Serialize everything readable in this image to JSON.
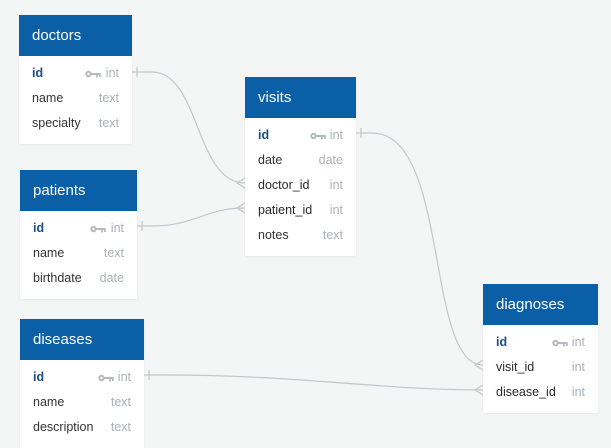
{
  "colors": {
    "header": "#0a5fa6",
    "canvas": "#f4f5f5",
    "type_text": "#aab0b6",
    "pk_text": "#1b4f85",
    "connector": "#c3c7cb"
  },
  "tables": {
    "doctors": {
      "title": "doctors",
      "columns": [
        {
          "name": "id",
          "type": "int",
          "key": true
        },
        {
          "name": "name",
          "type": "text"
        },
        {
          "name": "specialty",
          "type": "text"
        }
      ]
    },
    "patients": {
      "title": "patients",
      "columns": [
        {
          "name": "id",
          "type": "int",
          "key": true
        },
        {
          "name": "name",
          "type": "text"
        },
        {
          "name": "birthdate",
          "type": "date"
        }
      ]
    },
    "diseases": {
      "title": "diseases",
      "columns": [
        {
          "name": "id",
          "type": "int",
          "key": true
        },
        {
          "name": "name",
          "type": "text"
        },
        {
          "name": "description",
          "type": "text"
        }
      ]
    },
    "visits": {
      "title": "visits",
      "columns": [
        {
          "name": "id",
          "type": "int",
          "key": true
        },
        {
          "name": "date",
          "type": "date"
        },
        {
          "name": "doctor_id",
          "type": "int"
        },
        {
          "name": "patient_id",
          "type": "int"
        },
        {
          "name": "notes",
          "type": "text"
        }
      ]
    },
    "diagnoses": {
      "title": "diagnoses",
      "columns": [
        {
          "name": "id",
          "type": "int",
          "key": true
        },
        {
          "name": "visit_id",
          "type": "int"
        },
        {
          "name": "disease_id",
          "type": "int"
        }
      ]
    }
  }
}
